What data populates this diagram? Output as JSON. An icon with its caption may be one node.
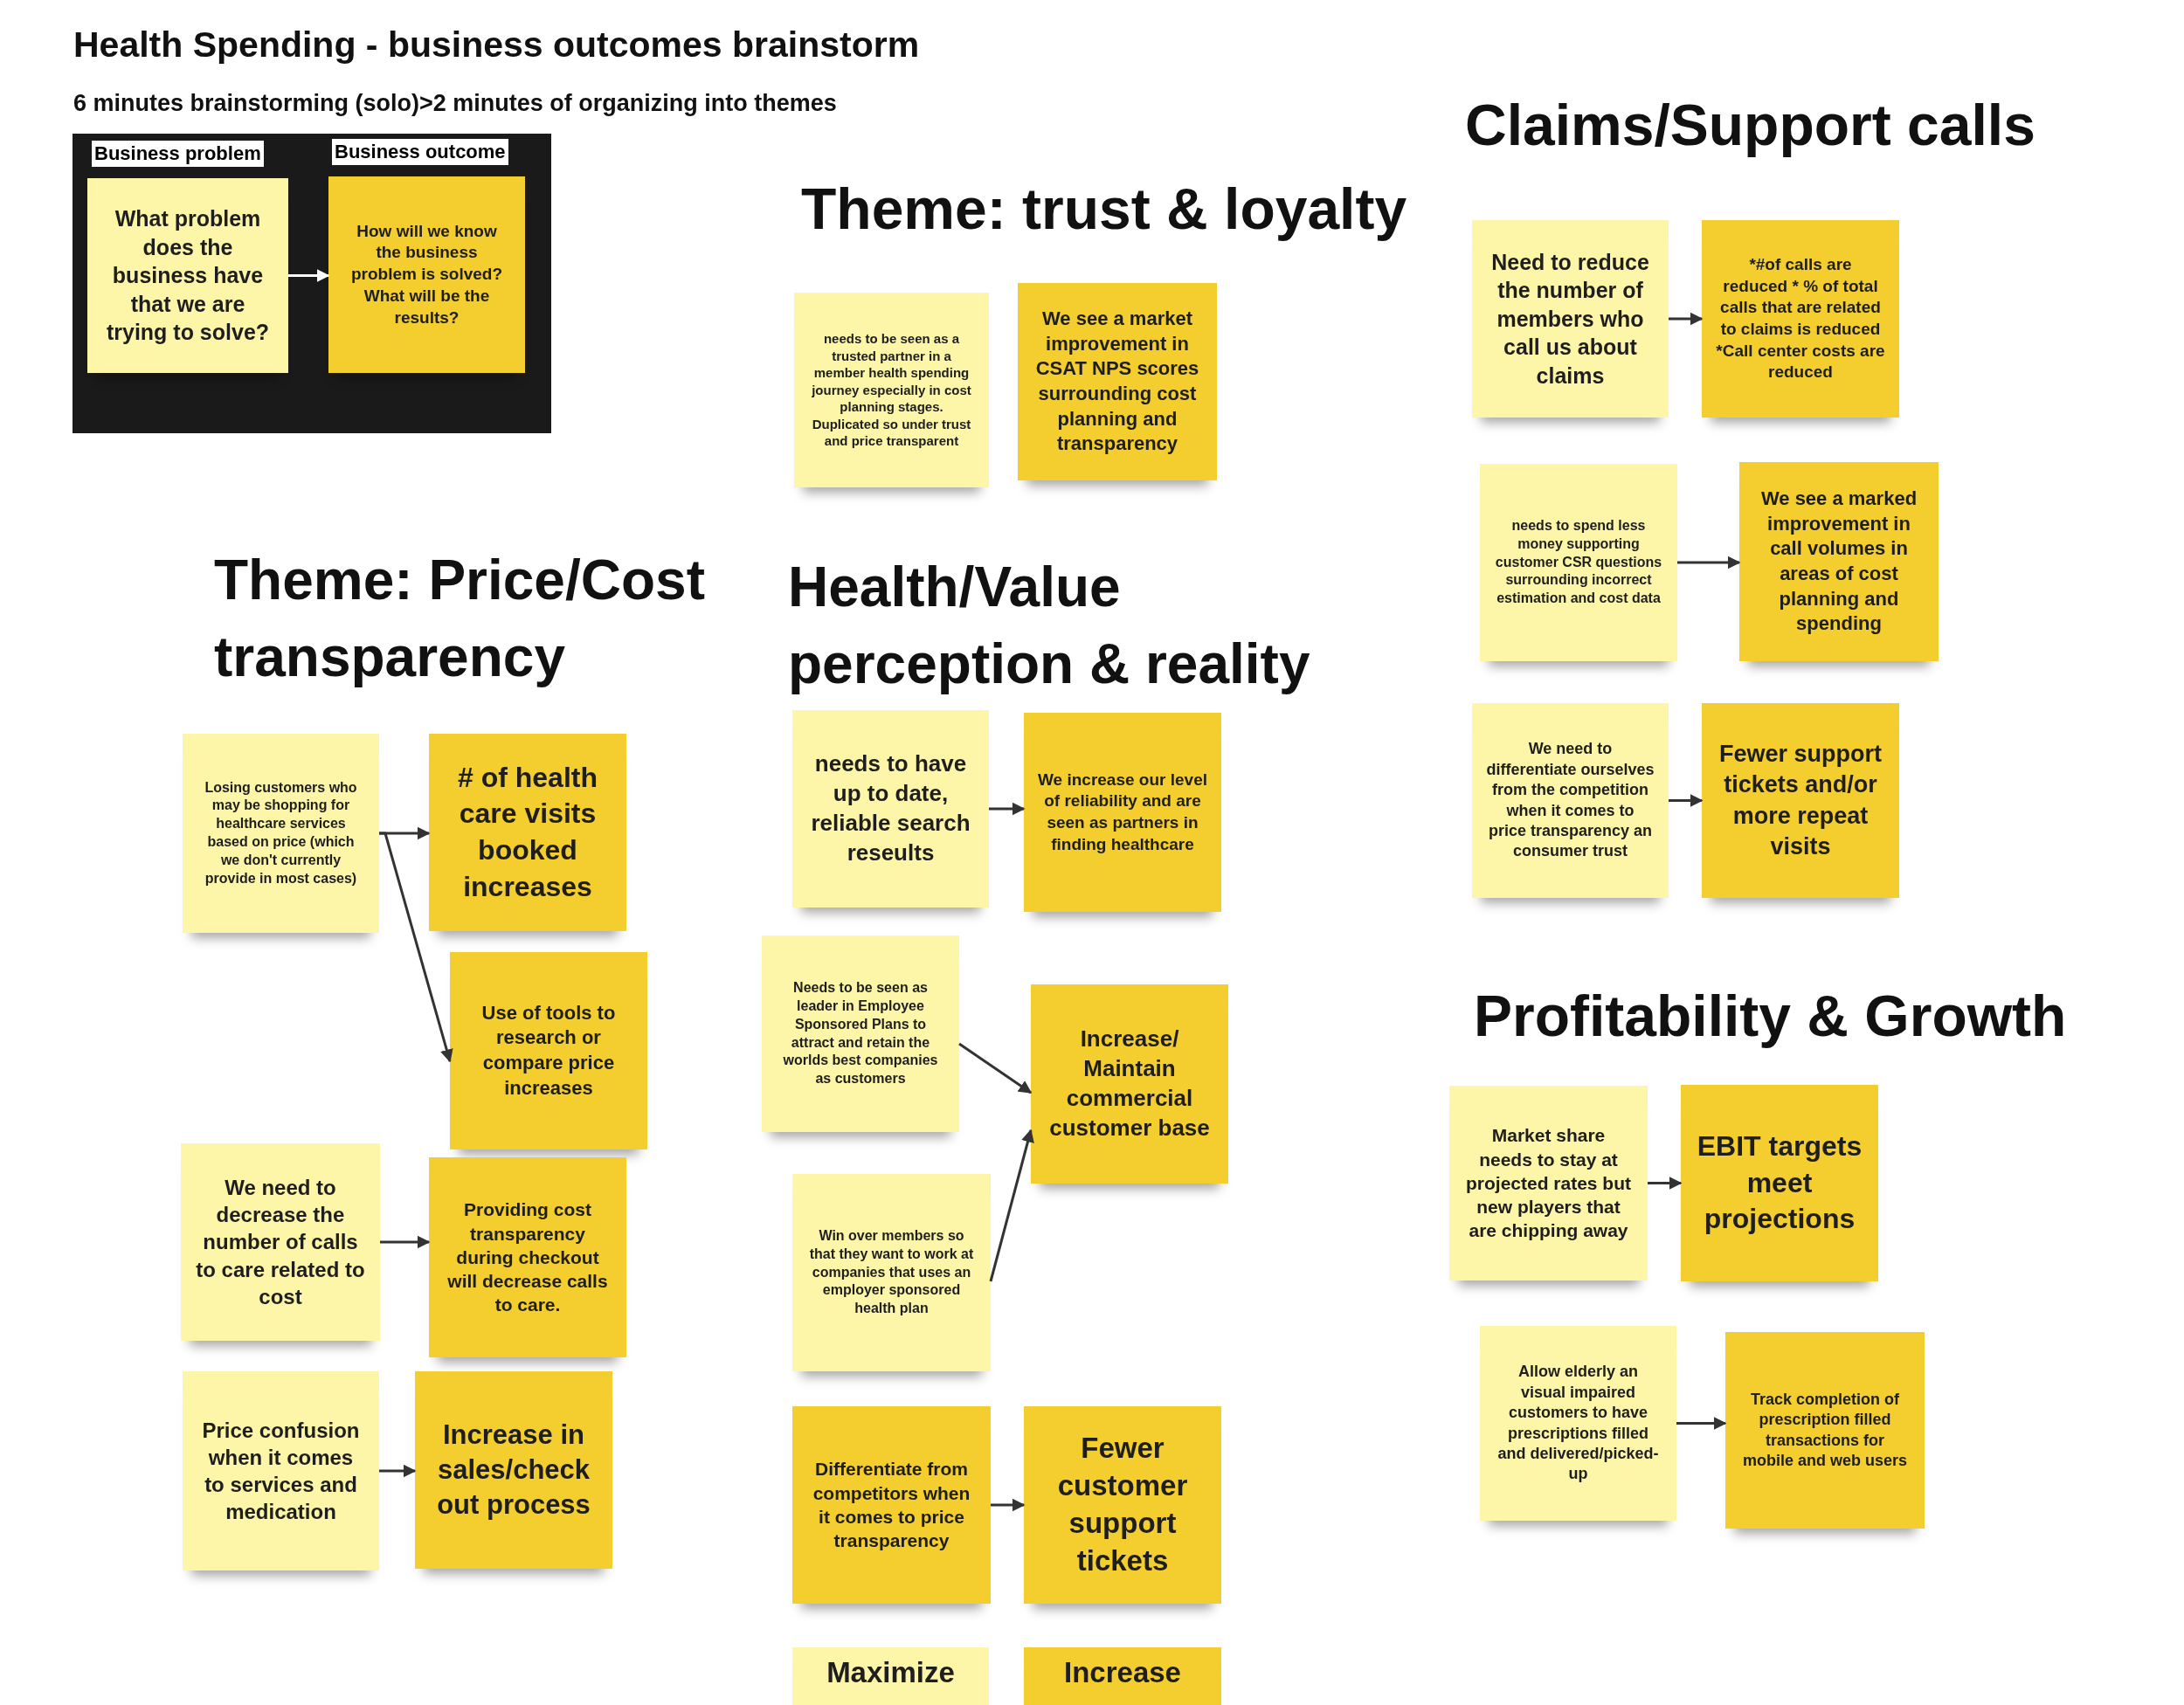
{
  "diagram": {
    "title": "Health Spending - business outcomes brainstorm",
    "nodes": [
      {
        "text": [],
        "shape": "box"
      },
      {
        "text": [
          "What problem does the business have that we are trying to solve?"
        ],
        "in": 0
      },
      {
        "text": [
          "How will we know the business problem is solved? What will be the results?"
        ],
        "in": 0
      },
      {
        "text": [
          "needs to be seen as a trusted partner in a member health spending journey especially in cost planning stages. Duplicated so under trust and price transparent"
        ]
      },
      {
        "text": [
          "We see a market improvement in CSAT NPS scores surrounding cost planning and transparency"
        ]
      },
      {
        "text": [
          "Need to reduce the number of members who call us about claims"
        ]
      },
      {
        "text": [
          "*#of calls are reduced * % of total calls that are related to claims is reduced *Call center costs are reduced"
        ]
      },
      {
        "text": [
          "needs to spend less money supporting customer CSR questions surrounding incorrect estimation and cost data"
        ]
      },
      {
        "text": [
          "We see a marked improvement in call volumes in areas of cost planning and spending"
        ]
      },
      {
        "text": [
          "We need to differentiate ourselves from the competition when it comes to price transparency an consumer trust"
        ]
      },
      {
        "text": [
          "Fewer support tickets and/or more repeat visits"
        ]
      },
      {
        "text": [
          "Market share needs to stay at projected rates but new players that are chipping away"
        ]
      },
      {
        "text": [
          "EBIT targets meet projections"
        ]
      },
      {
        "text": [
          "Allow elderly an visual impaired customers to have prescriptions filled and delivered/picked-up"
        ]
      },
      {
        "text": [
          "Track completion of prescription filled transactions for mobile and web users"
        ]
      },
      {
        "text": [
          "Losing customers who may be shopping for healthcare services based on price (which we don't currently provide in most cases)"
        ]
      },
      {
        "text": [
          "# of health care visits booked increases"
        ]
      },
      {
        "text": [
          "Use of tools to research or compare price increases"
        ]
      },
      {
        "text": [
          "We need to decrease the number of calls to care related to cost"
        ]
      },
      {
        "text": [
          "Providing cost transparency during checkout will decrease calls to care."
        ]
      },
      {
        "text": [
          "Price confusion when it comes to services and medication"
        ]
      },
      {
        "text": [
          "Increase in sales/check out process"
        ]
      },
      {
        "text": [
          "needs to have up to date, reliable search reseults"
        ]
      },
      {
        "text": [
          "We increase our level of reliability and are seen as partners in finding healthcare"
        ]
      },
      {
        "text": [
          "Needs to be seen as leader in Employee Sponsored Plans to attract and retain the worlds best companies as customers"
        ]
      },
      {
        "text": [
          "Increase/ Maintain commercial customer base"
        ]
      },
      {
        "text": [
          "Win over members so that they want to work at companies that uses an employer sponsored health plan"
        ]
      },
      {
        "text": [
          "Differentiate from competitors when it comes to price transparency"
        ]
      },
      {
        "text": [
          "Fewer customer support tickets"
        ]
      },
      {
        "text": [
          "Maximize"
        ]
      },
      {
        "text": [
          "Increase"
        ]
      }
    ],
    "edges": [
      {
        "from": 1,
        "to": 2,
        "arrow": "to",
        "color": "#ffffff"
      },
      {
        "from": 5,
        "to": 6,
        "arrow": "to"
      },
      {
        "from": 7,
        "to": 8,
        "arrow": "to"
      },
      {
        "from": 9,
        "to": 10,
        "arrow": "to"
      },
      {
        "from": 11,
        "to": 12,
        "arrow": "to"
      },
      {
        "from": 13,
        "to": 14,
        "arrow": "to"
      },
      {
        "from": 15,
        "to": 16,
        "arrow": "to"
      },
      {
        "from": 15,
        "to": 17,
        "arrow": "to"
      },
      {
        "from": 18,
        "to": 19,
        "arrow": "to"
      },
      {
        "from": 20,
        "to": 21,
        "arrow": "to"
      },
      {
        "from": 22,
        "to": 23,
        "arrow": "to"
      },
      {
        "from": 24,
        "to": 25,
        "arrow": "to"
      },
      {
        "from": 26,
        "to": 25,
        "arrow": "to"
      },
      {
        "from": 27,
        "to": 28,
        "arrow": "to"
      }
    ],
    "labels": [
      "6 minutes brainstorming (solo)>2 minutes of organizing into themes",
      "Business problem",
      "Business outcome",
      "Claims/Support calls",
      "Theme: trust & loyalty",
      "Theme: Price/Cost transparency",
      "Health/Value perception & reality",
      "Profitability & Growth"
    ]
  }
}
